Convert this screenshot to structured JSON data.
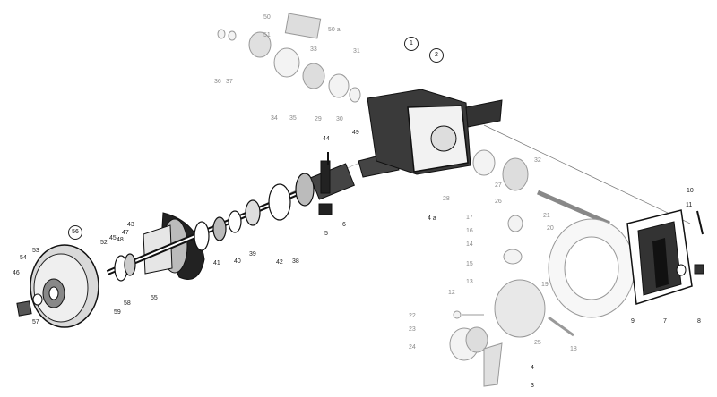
{
  "diagram": {
    "type": "exploded-parts-diagram",
    "part_labels_dark": [
      "1",
      "2",
      "3",
      "4",
      "4 a",
      "5",
      "6",
      "7",
      "8",
      "9",
      "10",
      "11",
      "38",
      "39",
      "40",
      "41",
      "42",
      "43",
      "44",
      "45",
      "46",
      "47",
      "48",
      "49",
      "52",
      "53",
      "54",
      "55",
      "56",
      "57",
      "58",
      "59"
    ],
    "part_labels_grey": [
      "12",
      "13",
      "14",
      "15",
      "16",
      "17",
      "18",
      "19",
      "20",
      "21",
      "22",
      "23",
      "24",
      "25",
      "26",
      "27",
      "28",
      "29",
      "30",
      "31",
      "32",
      "33",
      "34",
      "35",
      "36",
      "37",
      "50",
      "50 a",
      "51"
    ],
    "circled_labels": [
      "1",
      "2",
      "56"
    ]
  }
}
